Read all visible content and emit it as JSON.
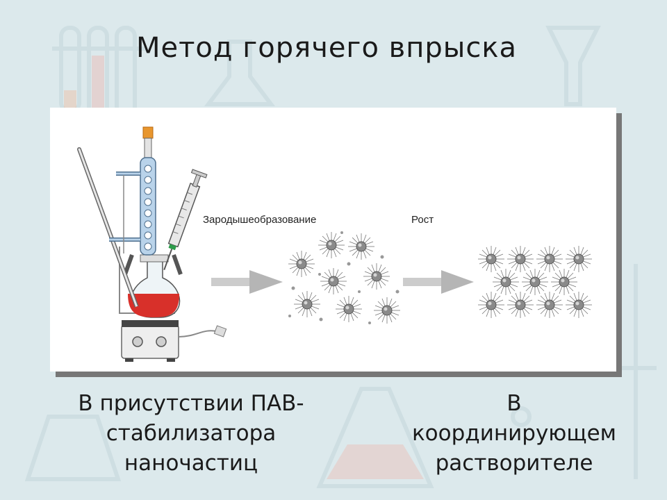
{
  "title": "Метод горячего впрыска",
  "diagram": {
    "label_nucleation": "Зародышеобразование",
    "label_growth": "Рост"
  },
  "captions": {
    "left": [
      "В присутствии ПАВ-",
      "стабилизатора",
      "наночастиц"
    ],
    "right": [
      "В",
      "координирующем",
      "растворителе"
    ]
  },
  "colors": {
    "background": "#dce9ec",
    "flask_liquid": "#d8302a",
    "condenser": "#b9d3ea",
    "tube_top": "#e8962e",
    "particle_core": "#888888",
    "arrow": "#b5b5b5"
  }
}
